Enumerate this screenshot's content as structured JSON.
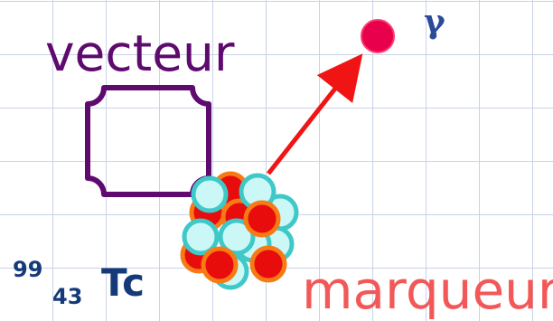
{
  "labels": {
    "vector": "vecteur",
    "marker": "marqueur",
    "gamma": "γ",
    "isotope": {
      "mass_number": "99",
      "atomic_number": "43",
      "symbol": "Tc"
    }
  },
  "colors": {
    "vector": "#5e0a6e",
    "marker": "#f25858",
    "gamma_label": "#2a4a9a",
    "gamma_particle": "#e8004c",
    "arrow": "#f01414",
    "proton_fill": "#e80c0c",
    "proton_stroke": "#f77a14",
    "neutron_fill": "#ccf7f7",
    "neutron_stroke": "#3ec8c8",
    "grid": "#c9d3e6"
  }
}
